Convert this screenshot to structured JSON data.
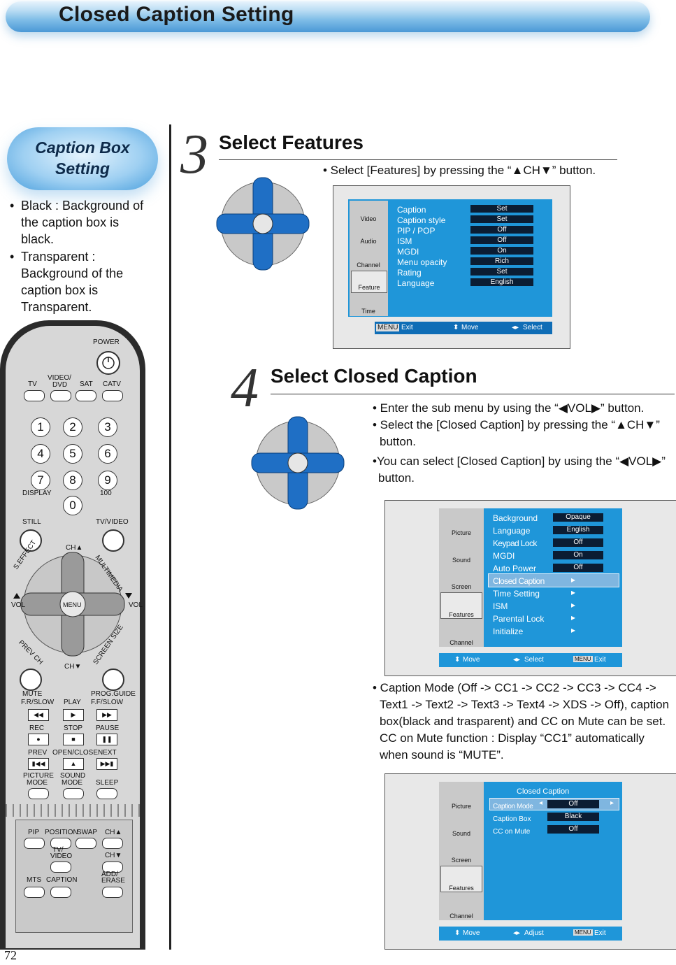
{
  "header": {
    "title": "Closed Caption Setting"
  },
  "sidebar": {
    "title_line1": "Caption Box",
    "title_line2": "Setting",
    "notes": [
      {
        "bullet": "•",
        "line1": "Black : Background of",
        "line2": "the caption box is",
        "line3": "black."
      },
      {
        "bullet": "•",
        "line1": "Transparent :",
        "line2": "Background of the",
        "line3": "caption box is",
        "line4": "Transparent."
      }
    ]
  },
  "remote": {
    "power": "POWER",
    "sources": [
      "TV",
      "VIDEO/\nDVD",
      "SAT",
      "CATV"
    ],
    "video_dvd_l1": "VIDEO/",
    "video_dvd_l2": "DVD",
    "numbers": [
      "1",
      "2",
      "3",
      "4",
      "5",
      "6",
      "7",
      "8",
      "9",
      "0"
    ],
    "display": "DISPLAY",
    "hundred": "100",
    "still": "STILL",
    "tv_video": "TV/VIDEO",
    "ch_up": "CH▲",
    "ch_down": "CH▼",
    "menu": "MENU",
    "s_effect": "S.EFFECT",
    "multimedia": "MULTIMEDIA",
    "prev_ch": "PREV CH",
    "screen_size": "SCREEN SIZE",
    "vol": "VOL",
    "mute": "MUTE",
    "prog_guide": "PROG.GUIDE",
    "fr_slow": "F.R/SLOW",
    "play": "PLAY",
    "ff_slow": "F.F/SLOW",
    "rec": "REC",
    "stop": "STOP",
    "pause": "PAUSE",
    "prev": "PREV",
    "open_close": "OPEN/CLOSE",
    "next": "NEXT",
    "picture_mode_l1": "PICTURE",
    "picture_mode_l2": "MODE",
    "sound_mode_l1": "SOUND",
    "sound_mode_l2": "MODE",
    "sleep": "SLEEP",
    "pip": "PIP",
    "position": "POSITION",
    "swap": "SWAP",
    "ch_up2": "CH▲",
    "tv_video2_l1": "TV/",
    "tv_video2_l2": "VIDEO",
    "ch_down2": "CH▼",
    "mts": "MTS",
    "caption": "CAPTION",
    "add_erase_l1": "ADD/",
    "add_erase_l2": "ERASE"
  },
  "step3": {
    "number": "3",
    "title": "Select Features",
    "text": "• Select [Features] by pressing the “▲CH▼” button.",
    "screen": {
      "tabs": [
        "Video",
        "Audio",
        "Channel",
        "Feature",
        "Time"
      ],
      "items": [
        {
          "label": "Caption",
          "value": "Set"
        },
        {
          "label": "Caption style",
          "value": "Set"
        },
        {
          "label": "PIP / POP",
          "value": "Off"
        },
        {
          "label": "ISM",
          "value": "Off"
        },
        {
          "label": "MGDI",
          "value": "On"
        },
        {
          "label": "Menu opacity",
          "value": "Rich"
        },
        {
          "label": "Rating",
          "value": "Set"
        },
        {
          "label": "Language",
          "value": "English"
        }
      ],
      "footer": {
        "menu": "MENU",
        "exit": "Exit",
        "move": "Move",
        "select": "Select"
      }
    }
  },
  "step4": {
    "number": "4",
    "title": "Select Closed Caption",
    "bullets": [
      "• Enter the sub menu by using the “◀VOL▶” button.",
      "• Select the [Closed Caption] by pressing the “▲CH▼”",
      "button.",
      "•You can select [Closed Caption] by using the  “◀VOL▶”",
      "button."
    ],
    "screen1": {
      "tabs": [
        "Picture",
        "Sound",
        "Screen",
        "Features",
        "Channel"
      ],
      "items": [
        {
          "label": "Background",
          "value": "Opaque"
        },
        {
          "label": "Language",
          "value": "English"
        },
        {
          "label": "Keypad Lock",
          "value": "Off"
        },
        {
          "label": "MGDI",
          "value": "On"
        },
        {
          "label": "Auto Power",
          "value": "Off"
        },
        {
          "label": "Closed Caption",
          "value": ""
        },
        {
          "label": "Time Setting",
          "value": ""
        },
        {
          "label": "ISM",
          "value": ""
        },
        {
          "label": "Parental Lock",
          "value": ""
        },
        {
          "label": "Initialize",
          "value": ""
        }
      ],
      "footer": {
        "move": "Move",
        "select": "Select",
        "menu": "MENU",
        "exit": "Exit"
      }
    },
    "caption_text": [
      "• Caption Mode (Off -> CC1 -> CC2 -> CC3 -> CC4 ->",
      "Text1 -> Text2 -> Text3 -> Text4 -> XDS -> Off), caption",
      "box(black and trasparent) and CC on Mute can be set.",
      "CC on Mute function : Display “CC1” automatically",
      "when sound is “MUTE”."
    ],
    "screen2": {
      "tabs": [
        "Picture",
        "Sound",
        "Screen",
        "Features",
        "Channel"
      ],
      "heading": "Closed Caption",
      "items": [
        {
          "label": "Caption Mode",
          "value": "Off"
        },
        {
          "label": "Caption Box",
          "value": "Black"
        },
        {
          "label": "CC on Mute",
          "value": "Off"
        }
      ],
      "footer": {
        "move": "Move",
        "adjust": "Adjust",
        "menu": "MENU",
        "exit": "Exit"
      }
    }
  },
  "page": {
    "number": "72"
  }
}
